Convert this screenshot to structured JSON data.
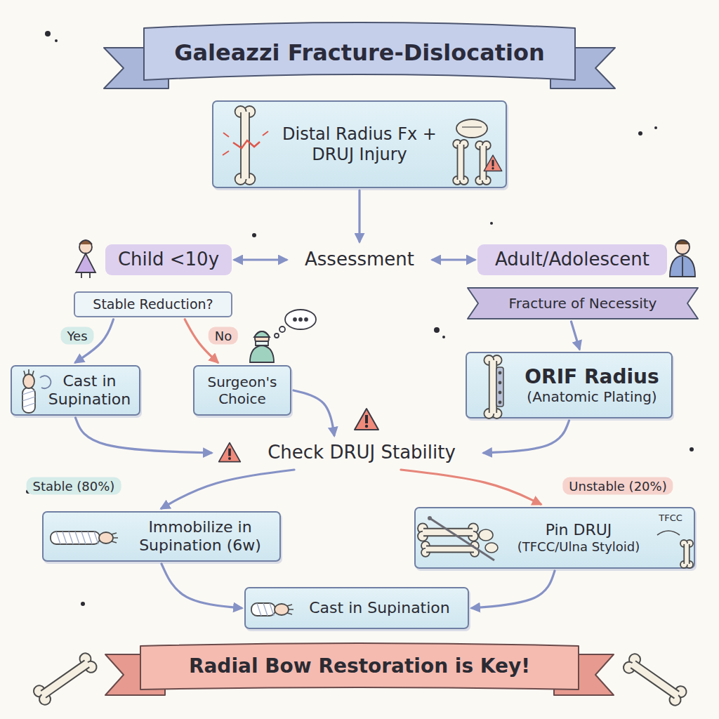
{
  "diagram": {
    "title": "Galeazzi Fracture-Dislocation",
    "caption": "Radial Bow Restoration is Key!",
    "nodes": [
      {
        "text": [
          "Distal Radius Fx + DRUJ Injury"
        ]
      },
      {
        "text": [
          "Assessment"
        ]
      },
      {
        "text": [
          "Child <10y"
        ]
      },
      {
        "text": [
          "Stable Reduction?"
        ]
      },
      {
        "text": [
          "Adult/Adolescent"
        ]
      },
      {
        "text": [
          "Fracture of Necessity"
        ]
      },
      {
        "text": [
          "Cast in Supination"
        ]
      },
      {
        "text": [
          "Surgeon's Choice"
        ]
      },
      {
        "text": [
          "ORIF Radius",
          "(Anatomic Plating)"
        ]
      },
      {
        "text": [
          "Check DRUJ Stability"
        ]
      },
      {
        "text": [
          "Immobilize in Supination (6w)"
        ]
      },
      {
        "text": [
          "Pin DRUJ",
          "(TFCC/Ulna Styloid)"
        ]
      },
      {
        "text": [
          "Cast in Supination"
        ]
      }
    ],
    "edges": [
      {
        "from": 0,
        "to": 1,
        "arrow": "to"
      },
      {
        "from": 1,
        "to": 2,
        "arrow": "both"
      },
      {
        "from": 1,
        "to": 4,
        "arrow": "both"
      },
      {
        "from": 3,
        "to": 6,
        "label": "Yes",
        "arrow": "to"
      },
      {
        "from": 3,
        "to": 7,
        "label": "No",
        "arrow": "to"
      },
      {
        "from": 5,
        "to": 8,
        "arrow": "to"
      },
      {
        "from": 6,
        "to": 9,
        "arrow": "to"
      },
      {
        "from": 7,
        "to": 9,
        "arrow": "to"
      },
      {
        "from": 8,
        "to": 9,
        "arrow": "to"
      },
      {
        "from": 9,
        "to": 10,
        "label": "Stable (80%)",
        "arrow": "to"
      },
      {
        "from": 9,
        "to": 11,
        "label": "Unstable (20%)",
        "arrow": "to"
      },
      {
        "from": 10,
        "to": 12,
        "arrow": "to"
      },
      {
        "from": 11,
        "to": 12,
        "arrow": "to"
      }
    ],
    "labels": [
      "TFCC"
    ]
  }
}
